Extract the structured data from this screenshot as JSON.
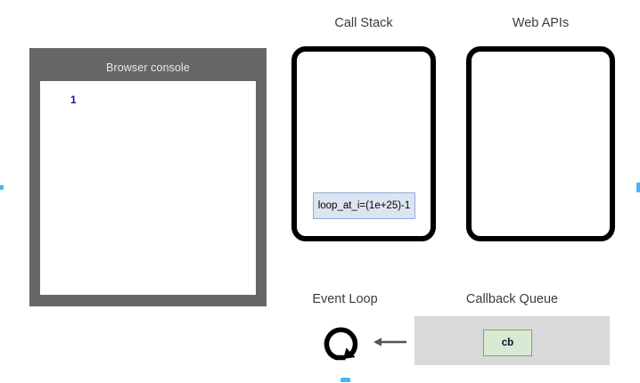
{
  "console": {
    "title": "Browser console",
    "log_lines": [
      "1"
    ],
    "frame_color": "#666666",
    "output_bg": "#ffffff",
    "log_color": "#18188c"
  },
  "call_stack": {
    "label": "Call Stack",
    "border_color": "#000000",
    "frames": [
      {
        "label": "loop_at_i=(1e+25)-1",
        "bg": "#dbe5f1",
        "border": "#8eaadb"
      }
    ]
  },
  "web_apis": {
    "label": "Web APIs",
    "border_color": "#000000",
    "items": []
  },
  "event_loop": {
    "label": "Event Loop",
    "icon": "circular-arrow-icon",
    "icon_color": "#000000",
    "arrow": {
      "icon": "arrow-left-icon",
      "direction": "left",
      "color": "#555555"
    }
  },
  "callback_queue": {
    "label": "Callback Queue",
    "bg": "#d9d9d9",
    "items": [
      {
        "label": "cb",
        "bg": "#d9ead3",
        "border": "#83a262"
      }
    ]
  },
  "edge_markers": {
    "accent_color": "#45b6f5"
  }
}
